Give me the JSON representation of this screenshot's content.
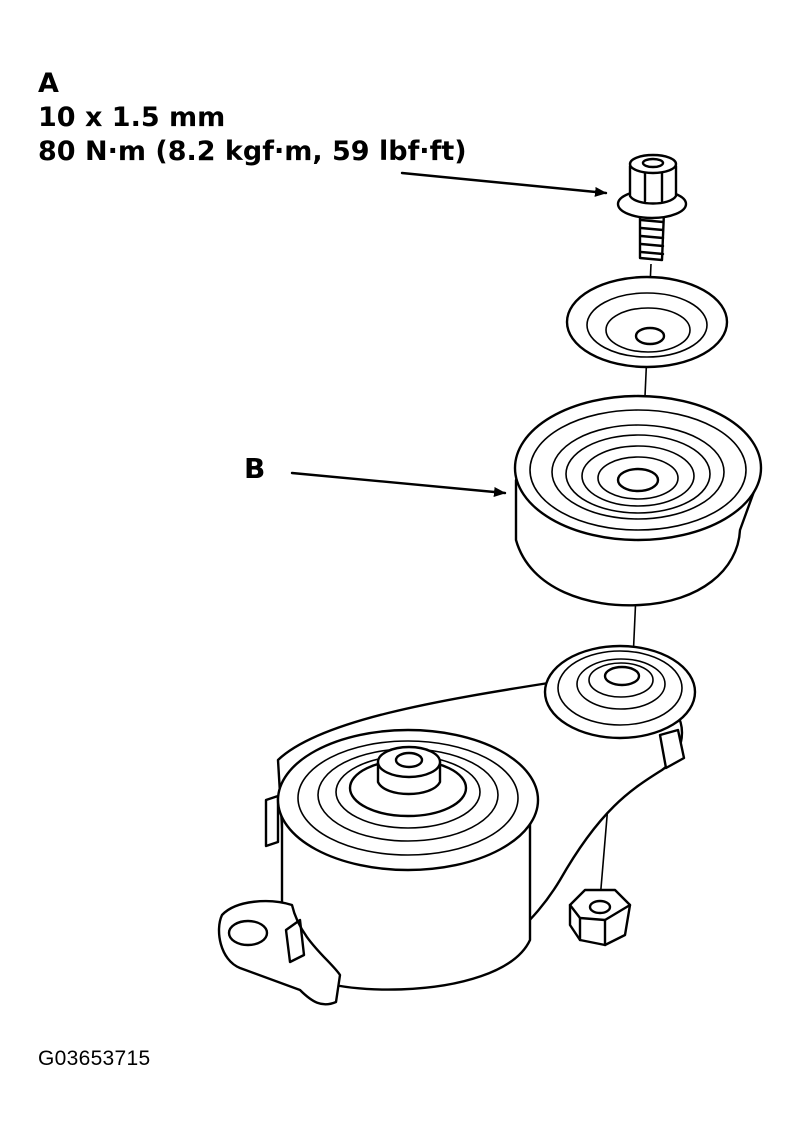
{
  "callout_a": {
    "letter": "A",
    "size": "10 x 1.5 mm",
    "torque": "80 N·m (8.2 kgf·m, 59 lbf·ft)"
  },
  "callout_b": {
    "letter": "B"
  },
  "figure_id": "G03653715"
}
